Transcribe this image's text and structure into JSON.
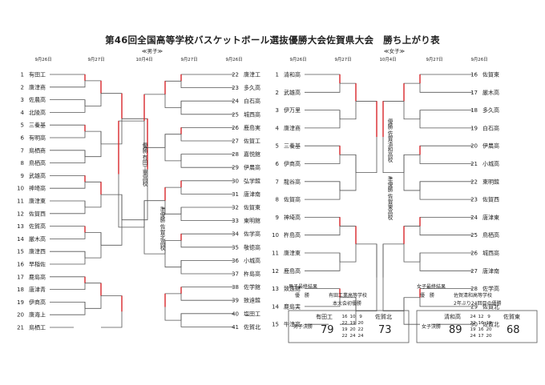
{
  "title": "第46回全国高等学校バスケットボール選抜優勝大会佐賀県大会　勝ち上がり表",
  "headers": {
    "boys": "≪男子≫",
    "girls": "≪女子≫",
    "boys_dates": [
      "9月26日",
      "9月27日",
      "10月4日",
      "9月27日",
      "9月26日"
    ],
    "girls_dates": [
      "9月26日",
      "9月27日",
      "10月4日",
      "9月27日",
      "9月26日"
    ]
  },
  "boys": {
    "left": [
      {
        "seed": "1",
        "name": "有田工"
      },
      {
        "seed": "2",
        "name": "唐津商"
      },
      {
        "seed": "3",
        "name": "佐農高"
      },
      {
        "seed": "4",
        "name": "北陵高"
      },
      {
        "seed": "5",
        "name": "三養基"
      },
      {
        "seed": "6",
        "name": "有明高"
      },
      {
        "seed": "7",
        "name": "鳥栖商"
      },
      {
        "seed": "8",
        "name": "鳥栖高"
      },
      {
        "seed": "9",
        "name": "武雄高"
      },
      {
        "seed": "10",
        "name": "神埼高"
      },
      {
        "seed": "11",
        "name": "唐津東"
      },
      {
        "seed": "12",
        "name": "佐賀西"
      },
      {
        "seed": "13",
        "name": "佐賀高"
      },
      {
        "seed": "14",
        "name": "厳木高"
      },
      {
        "seed": "15",
        "name": "唐津西"
      },
      {
        "seed": "16",
        "name": "早稲佐"
      },
      {
        "seed": "17",
        "name": "鹿島高"
      },
      {
        "seed": "18",
        "name": "唐津青"
      },
      {
        "seed": "19",
        "name": "伊商高"
      },
      {
        "seed": "20",
        "name": "唐海上"
      },
      {
        "seed": "21",
        "name": "鳥栖工"
      }
    ],
    "right": [
      {
        "seed": "22",
        "name": "唐津工"
      },
      {
        "seed": "23",
        "name": "多久高"
      },
      {
        "seed": "24",
        "name": "白石高"
      },
      {
        "seed": "25",
        "name": "城西高"
      },
      {
        "seed": "26",
        "name": "鹿島実"
      },
      {
        "seed": "27",
        "name": "佐賀工"
      },
      {
        "seed": "28",
        "name": "嘉悦館"
      },
      {
        "seed": "29",
        "name": "伊農高"
      },
      {
        "seed": "30",
        "name": "弘学館"
      },
      {
        "seed": "31",
        "name": "唐津南"
      },
      {
        "seed": "32",
        "name": "佐賀東"
      },
      {
        "seed": "33",
        "name": "東明館"
      },
      {
        "seed": "34",
        "name": "佐学高"
      },
      {
        "seed": "35",
        "name": "敬徳高"
      },
      {
        "seed": "36",
        "name": "小城高"
      },
      {
        "seed": "37",
        "name": "杵島高"
      },
      {
        "seed": "38",
        "name": "佐学館"
      },
      {
        "seed": "39",
        "name": "致遠館"
      },
      {
        "seed": "40",
        "name": "塩田工"
      },
      {
        "seed": "41",
        "name": "佐賀北"
      }
    ],
    "winner_label": "優勝 有田工業高校",
    "runner_label": "準優勝 佐賀北高校"
  },
  "girls": {
    "left": [
      {
        "seed": "1",
        "name": "清和高"
      },
      {
        "seed": "2",
        "name": "武雄高"
      },
      {
        "seed": "3",
        "name": "伊万里"
      },
      {
        "seed": "4",
        "name": "唐津商"
      },
      {
        "seed": "5",
        "name": "三養基"
      },
      {
        "seed": "6",
        "name": "伊商高"
      },
      {
        "seed": "7",
        "name": "龍谷高"
      },
      {
        "seed": "8",
        "name": "佐賀高"
      },
      {
        "seed": "9",
        "name": "神埼高"
      },
      {
        "seed": "10",
        "name": "杵島高"
      },
      {
        "seed": "11",
        "name": "唐津東"
      },
      {
        "seed": "12",
        "name": "鹿島高"
      },
      {
        "seed": "13",
        "name": "致遠館"
      },
      {
        "seed": "14",
        "name": "鹿島実"
      },
      {
        "seed": "15",
        "name": "牛津高"
      }
    ],
    "right": [
      {
        "seed": "16",
        "name": "佐賀東"
      },
      {
        "seed": "17",
        "name": "厳木高"
      },
      {
        "seed": "18",
        "name": "多久高"
      },
      {
        "seed": "19",
        "name": "白石高"
      },
      {
        "seed": "20",
        "name": "伊農高"
      },
      {
        "seed": "21",
        "name": "小城高"
      },
      {
        "seed": "22",
        "name": "東明館"
      },
      {
        "seed": "23",
        "name": "佐賀西"
      },
      {
        "seed": "24",
        "name": "唐津東"
      },
      {
        "seed": "25",
        "name": "鳥栖高"
      },
      {
        "seed": "26",
        "name": "城西高"
      },
      {
        "seed": "27",
        "name": "唐津南"
      },
      {
        "seed": "28",
        "name": "佐学高"
      },
      {
        "seed": "29",
        "name": "佐賀北"
      },
      {
        "seed": "30",
        "name": "佐賀北"
      }
    ],
    "winner_label": "優勝 佐賀清和高校",
    "runner_label": "準優勝 佐賀東高校"
  },
  "results": {
    "boys_heading": "男子最終結果",
    "boys_winner_label": "優　勝",
    "boys_winner": "有田工業高等学校",
    "boys_note": "本大会初優勝",
    "girls_heading": "女子最終結果",
    "girls_winner_label": "優　勝",
    "girls_winner": "佐賀清和高等学校",
    "girls_note": "2年ぶり24回目の優勝"
  },
  "finals": {
    "boys": {
      "label": "男子決勝",
      "team_a": "有田工",
      "score_a": "79",
      "team_b": "佐賀北",
      "score_b": "73",
      "periods": [
        [
          "16",
          "10",
          "9"
        ],
        [
          "22",
          "19",
          "20"
        ],
        [
          "19",
          "20",
          "22"
        ],
        [
          "22",
          "24",
          "24"
        ]
      ]
    },
    "girls": {
      "label": "女子決勝",
      "team_a": "清和高",
      "score_a": "89",
      "team_b": "佐賀東",
      "score_b": "68",
      "periods": [
        [
          "24",
          "12",
          "9"
        ],
        [
          "22",
          "16",
          "19"
        ],
        [
          "19",
          "16",
          "20"
        ],
        [
          "24",
          "17",
          "20"
        ]
      ]
    }
  },
  "colors": {
    "winner_line": "#d9262b",
    "line": "#555555"
  }
}
